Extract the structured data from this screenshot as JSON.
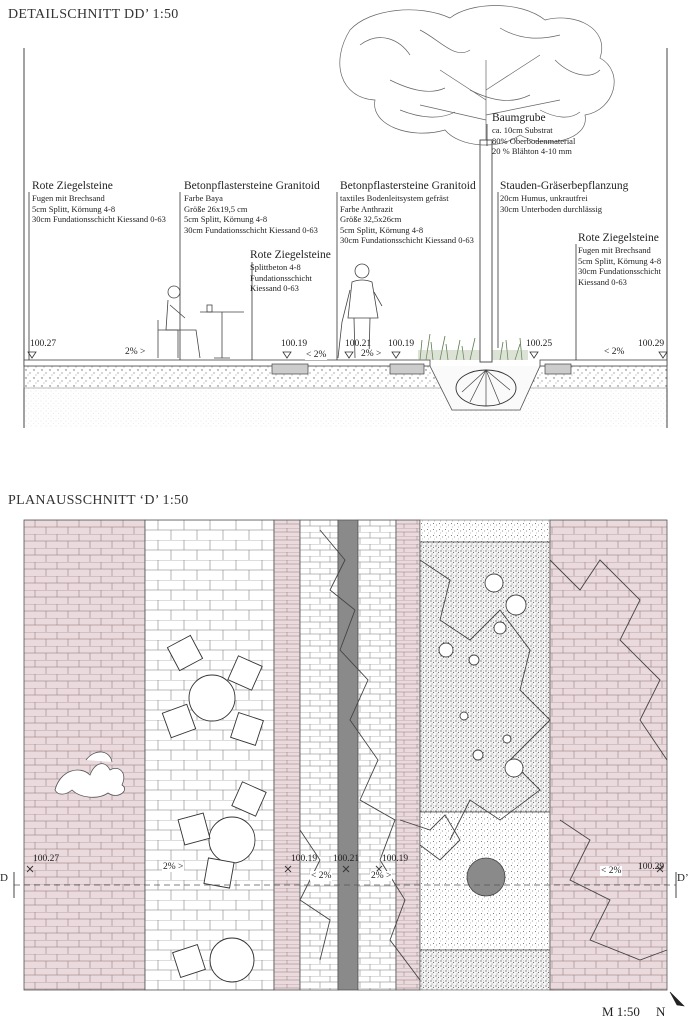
{
  "section": {
    "title": "DETAILSCHNITT DD’  1:50",
    "labels": [
      {
        "heading": "Rote Ziegelsteine",
        "lines": [
          "Fugen mit Brechsand",
          "5cm Splitt, Körnung 4-8",
          "30cm Fundationsschicht Kiessand 0-63"
        ]
      },
      {
        "heading": "Betonpflastersteine Granitoid",
        "lines": [
          "Farbe Baya",
          "Größe 26x19,5 cm",
          "5cm Splitt, Körnung 4-8",
          "30cm Fundationsschicht Kiessand 0-63"
        ]
      },
      {
        "heading": "Rote Ziegelsteine",
        "lines": [
          "Splittbeton 4-8",
          "Fundationsschicht",
          "Kiessand 0-63"
        ]
      },
      {
        "heading": "Betonpflastersteine Granitoid",
        "lines": [
          "taxtiles Bodenleitsystem gefräst",
          "Farbe Anthrazit",
          "Größe 32,5x26cm",
          "5cm Splitt, Körnung 4-8",
          "30cm Fundationsschicht Kiessand 0-63"
        ]
      },
      {
        "heading": "Baumgrube",
        "lines": [
          "ca. 10cm Substrat",
          "80% Oberbodenmaterial",
          "20 % Blähton 4-10 mm"
        ]
      },
      {
        "heading": "Stauden-Gräserbepflanzung",
        "lines": [
          "20cm Humus, unkrautfrei",
          "30cm Unterboden durchlässig"
        ]
      },
      {
        "heading": "Rote Ziegelsteine",
        "lines": [
          "Fugen mit Brechsand",
          "5cm Splitt, Körnung 4-8",
          "30cm Fundationsschicht",
          "Kiessand 0-63"
        ]
      }
    ],
    "elevations": [
      "100.27",
      "100.19",
      "100.21",
      "100.19",
      "100.25",
      "100.29"
    ],
    "slopes": [
      "2% >",
      "< 2%",
      "2% >",
      "< 2%"
    ]
  },
  "plan": {
    "title": "PLANAUSSCHNITT ‘D’  1:50",
    "elevations": [
      "100.27",
      "100.19",
      "100.21",
      "100.19",
      "100.29"
    ],
    "slopes": [
      "2% >",
      "< 2%",
      "2% >",
      "< 2%"
    ],
    "cut_left": "D",
    "cut_right": "D’",
    "scale": "M 1:50",
    "north": "N",
    "colors": {
      "brick": "#eadadd",
      "asphalt": "#8a8a8a",
      "line": "#555555"
    }
  }
}
